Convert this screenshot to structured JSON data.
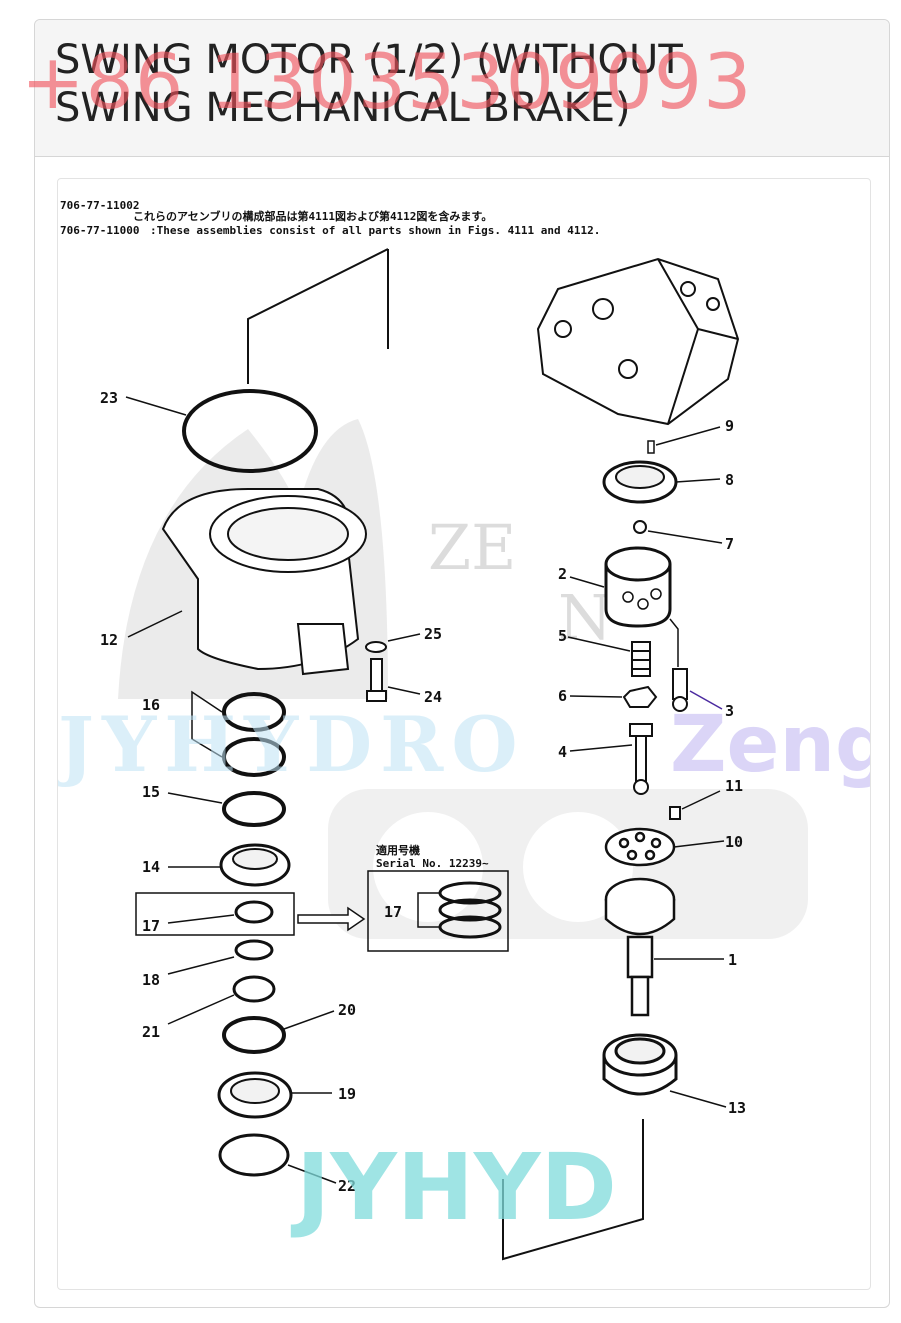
{
  "page": {
    "title": "SWING MOTOR (1/2) (WITHOUT SWING MECHANICAL BRAKE)",
    "watermark_phone": "+86 13035309093"
  },
  "diagram": {
    "header_line1": "706-77-11002",
    "header_line2_code": "706-77-11000",
    "header_jp": "これらのアセンブリの構成部品は第4111図および第4112図を含みます。",
    "header_en": ":These assemblies consist of all parts shown in Figs. 4111 and 4112.",
    "serial_jp": "適用号機",
    "serial_en": "Serial  No.  12239~",
    "watermarks": {
      "jyhydro": "JYHYDRO",
      "zeng": "Zeng",
      "jyhyd": "JYHYD",
      "ze": "ZE",
      "n": "N"
    },
    "part_labels": [
      "1",
      "2",
      "3",
      "4",
      "5",
      "6",
      "7",
      "8",
      "9",
      "10",
      "11",
      "12",
      "13",
      "14",
      "15",
      "16",
      "17",
      "17",
      "18",
      "19",
      "20",
      "21",
      "22",
      "23",
      "24",
      "25"
    ]
  },
  "colors": {
    "phone_watermark": "#f0505a",
    "cyan_watermark": "#7fdcdc",
    "lavender_watermark": "#cfc8f5",
    "line_art": "#111111"
  }
}
